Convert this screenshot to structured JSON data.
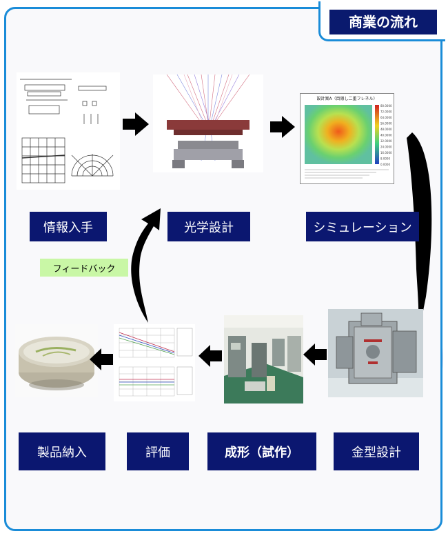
{
  "title": "商業の流れ",
  "labels": {
    "info": "情報入手",
    "optical": "光学設計",
    "simulation": "シミュレーション",
    "feedback": "フィードバック",
    "product": "製品納入",
    "evaluation": "評価",
    "molding": "成形（試作）",
    "mold_design": "金型設計"
  },
  "simulation_image": {
    "heading": "設計案A（目隠し二重フレネル）",
    "scale": [
      "80.0000",
      "72.0000",
      "64.0000",
      "56.0000",
      "48.0000",
      "40.0000",
      "32.0000",
      "24.0000",
      "16.0000",
      "8.0000",
      "0.0000"
    ]
  },
  "colors": {
    "frame": "#1a8cd8",
    "label_bg": "#0b1770",
    "feedback_bg": "#c9f7a6",
    "arrow": "#000000"
  }
}
